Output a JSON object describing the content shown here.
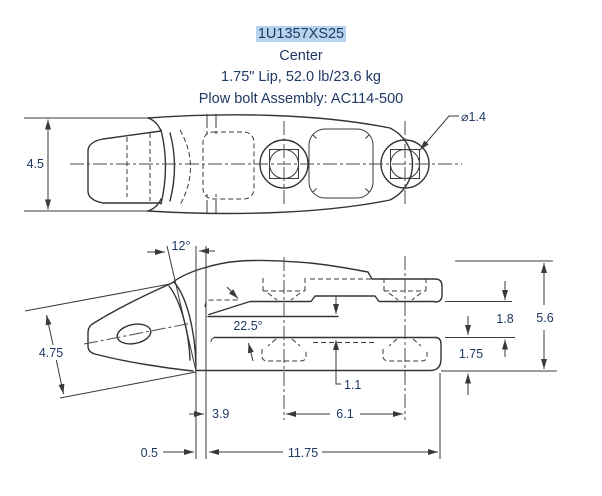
{
  "title": {
    "part_number": "1U1357XS25",
    "position": "Center",
    "spec": "1.75\" Lip, 52.0 lb/23.6 kg",
    "assembly": "Plow bolt Assembly: AC114-500"
  },
  "dimensions": {
    "top_view": {
      "rear_width": "4.5",
      "hole_diameter": "⌀1.4"
    },
    "side_view": {
      "draft_angle": "12°",
      "chamfer_angle": "22.5°",
      "tooth_height": "4.75",
      "slot_gap": "1.8",
      "overall_height": "5.6",
      "lip_thickness": "1.75",
      "throat": "1.1",
      "hole_offset": "3.9",
      "hole_spacing": "6.1",
      "lip_overhang": "0.5",
      "body_length": "11.75"
    }
  },
  "colors": {
    "text": "#1F3864",
    "line": "#3a3a3a",
    "selection_highlight": "#b8d3ee",
    "background": "#ffffff"
  }
}
